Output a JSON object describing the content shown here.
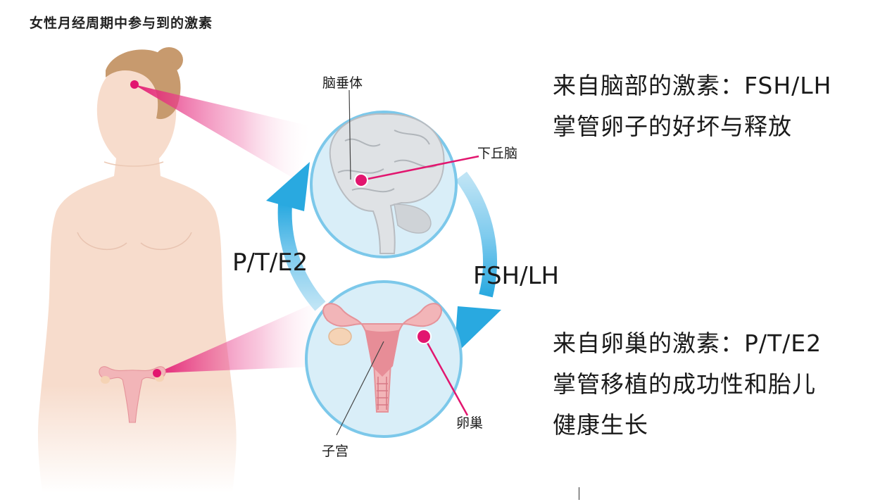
{
  "title": "女性月经周期中参与到的激素",
  "labels": {
    "pituitary": "脑垂体",
    "hypothalamus": "下丘脑",
    "uterus": "子宫",
    "ovary": "卵巢"
  },
  "arrows": {
    "up": "P/T/E2",
    "down": "FSH/LH"
  },
  "info_brain": {
    "line1": "来自脑部的激素：FSH/LH",
    "line2": "掌管卵子的好坏与释放"
  },
  "info_ovary": {
    "line1": "来自卵巢的激素：P/T/E2",
    "line2": "掌管移植的成功性和胎儿",
    "line3": "健康生长"
  },
  "colors": {
    "skin": "#f7dccc",
    "hair": "#c79a6e",
    "circle_fill": "#d9eef8",
    "circle_stroke": "#7cc8ea",
    "arrow": "#29a9e0",
    "magenta": "#e2166f",
    "brain": "#dfe2e5",
    "uterus": "#f2b5b8"
  }
}
